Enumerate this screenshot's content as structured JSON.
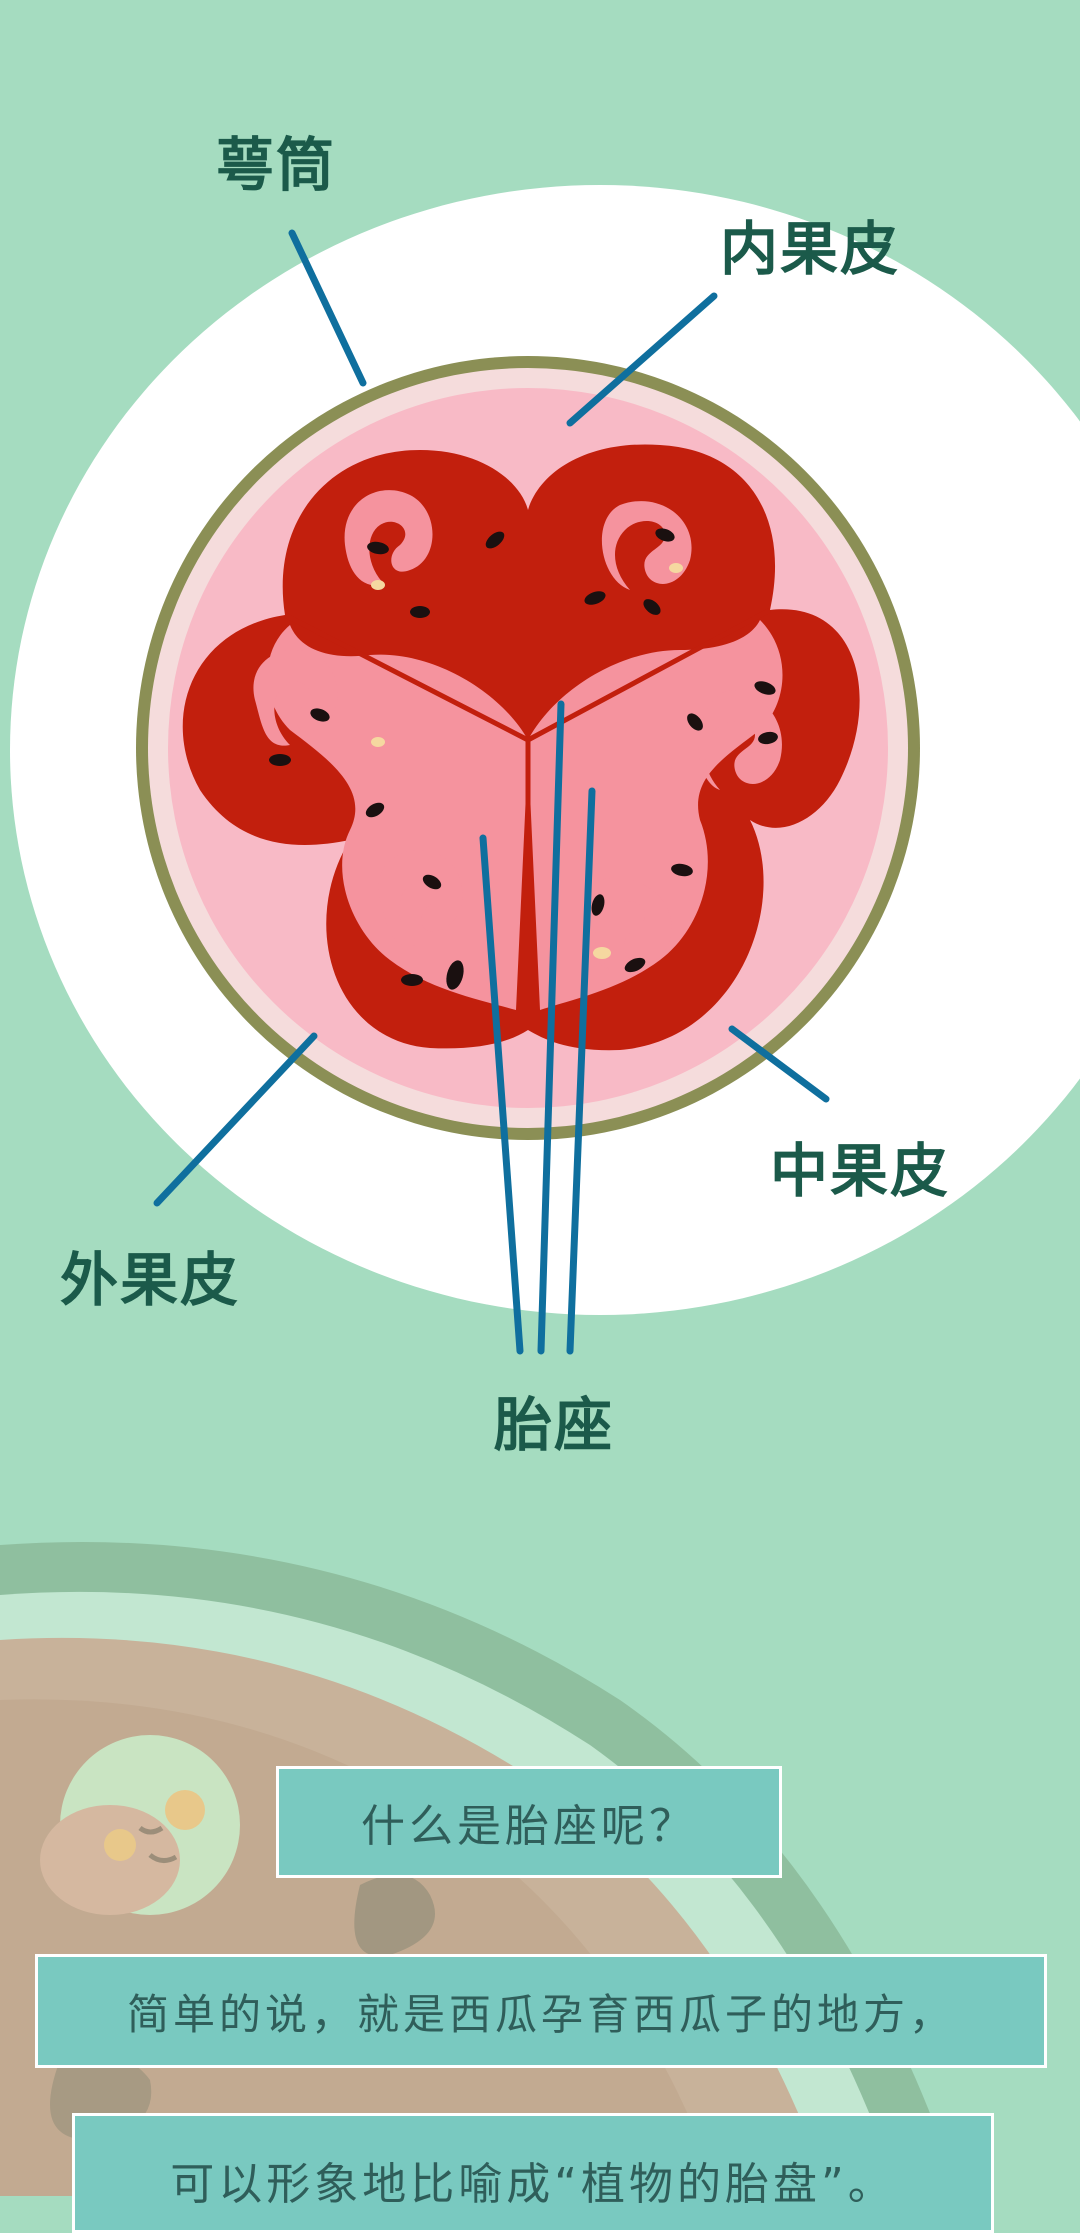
{
  "labels": {
    "calyx_tube": "萼筒",
    "endocarp": "内果皮",
    "mesocarp": "中果皮",
    "exocarp": "外果皮",
    "placenta": "胎座"
  },
  "captions": {
    "question": "什么是胎座呢？",
    "line1": "简单的说，就是西瓜孕育西瓜子的地方，",
    "line2": "可以形象地比喻成“植物的胎盘”。"
  },
  "colors": {
    "background": "#a5dcc0",
    "label_text": "#1b5a4a",
    "pointer_line": "#0f6f9e",
    "caption_box": "#79c9c0",
    "flesh": "#c21f0d",
    "pulp": "#f5939e",
    "rind": "#8b8f55"
  }
}
